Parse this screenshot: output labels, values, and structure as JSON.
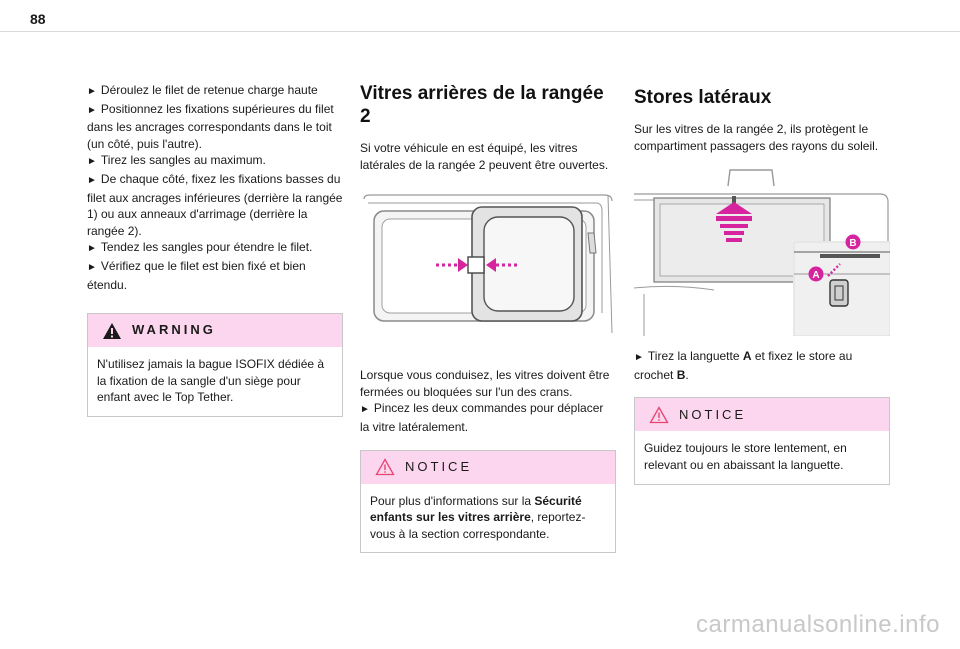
{
  "page": {
    "number": "88"
  },
  "col1": {
    "lines": [
      "Déroulez le filet de retenue charge haute",
      "Positionnez les fixations supérieures du filet dans les ancrages correspondants dans le toit (un côté, puis l'autre).",
      "Tirez les sangles au maximum.",
      "De chaque côté, fixez les fixations basses du filet aux ancrages inférieures (derrière la rangée 1) ou aux anneaux d'arrimage (derrière la rangée 2).",
      "Tendez les sangles pour étendre le filet.",
      "Vérifiez que le filet est bien fixé et bien étendu."
    ],
    "warning": {
      "title": "WARNING",
      "text": "N'utilisez jamais la bague ISOFIX dédiée à la fixation de la sangle d'un siège pour enfant avec le Top Tether."
    }
  },
  "col2": {
    "title": "Vitres arrières de la rangée 2",
    "intro": "Si votre véhicule en est équipé, les vitres latérales de la rangée 2 peuvent être ouvertes.",
    "after_figure": "Lorsque vous conduisez, les vitres doivent être fermées ou bloquées sur l'un des crans.",
    "bullet": "Pincez les deux commandes pour déplacer la vitre latéralement.",
    "notice": {
      "title": "NOTICE",
      "text_before": "Pour plus d'informations sur la ",
      "text_bold": "Sécurité enfants sur les vitres arrière",
      "text_after": ", reportez-vous à la section correspondante."
    }
  },
  "col3": {
    "title": "Stores latéraux",
    "intro": "Sur les vitres de la rangée 2, ils protègent le compartiment passagers des rayons du soleil.",
    "bullet_before": "Tirez la languette ",
    "bullet_a": "A",
    "bullet_mid": " et fixez le store au crochet ",
    "bullet_b": "B",
    "bullet_end": ".",
    "figure_label_a": "A",
    "figure_label_b": "B",
    "notice": {
      "title": "NOTICE",
      "text": "Guidez toujours le store lentement, en relevant ou en abaissant la languette."
    }
  },
  "bullet_glyph": "►",
  "warning_glyph": "!",
  "watermark": "carmanualsonline.info",
  "colors": {
    "box_header": "#fbd6ee",
    "accent_magenta": "#d6249f",
    "warning_triangle": "#1a1a1a",
    "notice_triangle": "#e8436f"
  }
}
